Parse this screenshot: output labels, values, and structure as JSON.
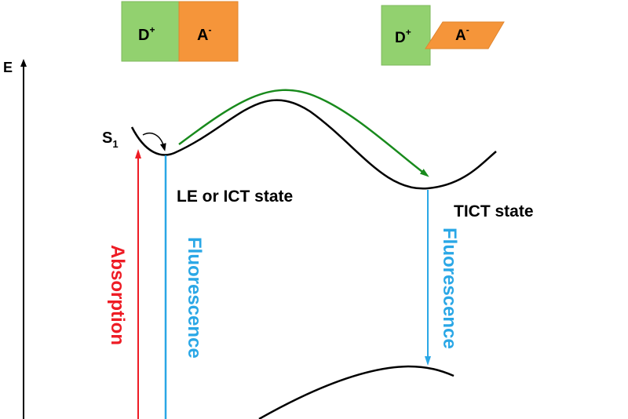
{
  "axis": {
    "label": "E"
  },
  "states": {
    "s1": {
      "label": "S",
      "subscript": "1"
    },
    "le_ict": {
      "label": "LE or ICT state"
    },
    "tict": {
      "label": "TICT state"
    }
  },
  "transitions": {
    "absorption": {
      "label": "Absorption",
      "color": "#ee1c25"
    },
    "fluorescence_le": {
      "label": "Fluorescence",
      "color": "#2aa7e6"
    },
    "fluorescence_tict": {
      "label": "Fluorescence",
      "color": "#2aa7e6"
    },
    "twist_arrow_color": "#188a1c"
  },
  "molecules": {
    "planar": {
      "donor": "D",
      "donor_charge": "+",
      "acceptor": "A",
      "acceptor_charge": "-"
    },
    "twisted": {
      "donor": "D",
      "donor_charge": "+",
      "acceptor": "A",
      "acceptor_charge": "-"
    },
    "donor_color": "#92d16f",
    "acceptor_color": "#f5953a"
  }
}
